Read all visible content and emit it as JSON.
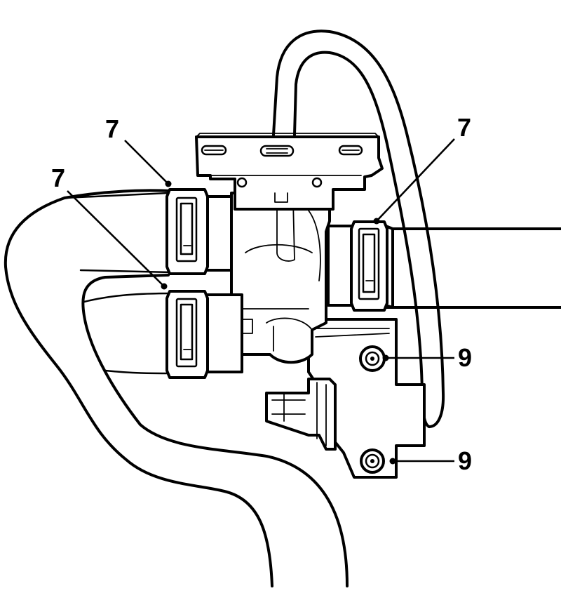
{
  "callouts": {
    "clamp_upper_left": "7",
    "clamp_lower_left": "7",
    "clamp_right": "7",
    "bolt_upper": "9",
    "bolt_lower": "9"
  },
  "colors": {
    "line": "#000000",
    "background": "#ffffff"
  }
}
